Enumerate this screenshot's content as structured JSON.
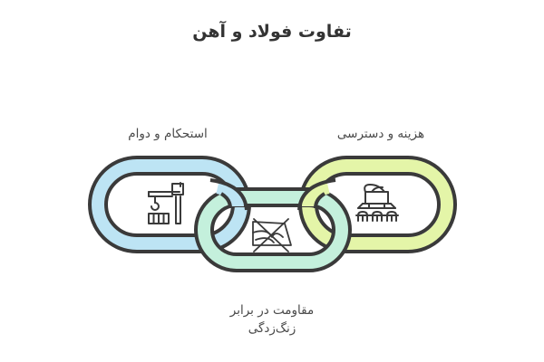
{
  "title": "تفاوت فولاد و آهن",
  "links": [
    {
      "id": "left",
      "label": "استحکام و دوام",
      "icon": "crane-icon",
      "fill_color": "#bde4f4"
    },
    {
      "id": "middle",
      "label_line1": "مقاومت در برابر",
      "label_line2": "زنگ‌زدگی",
      "icon": "no-rust-icon",
      "fill_color": "#c4f0dc"
    },
    {
      "id": "right",
      "label": "هزینه و دسترسی",
      "icon": "factory-machine-icon",
      "fill_color": "#e4f5a8"
    }
  ],
  "colors": {
    "outline": "#3a3a3a",
    "text": "#4a4a4a",
    "title": "#333333"
  }
}
